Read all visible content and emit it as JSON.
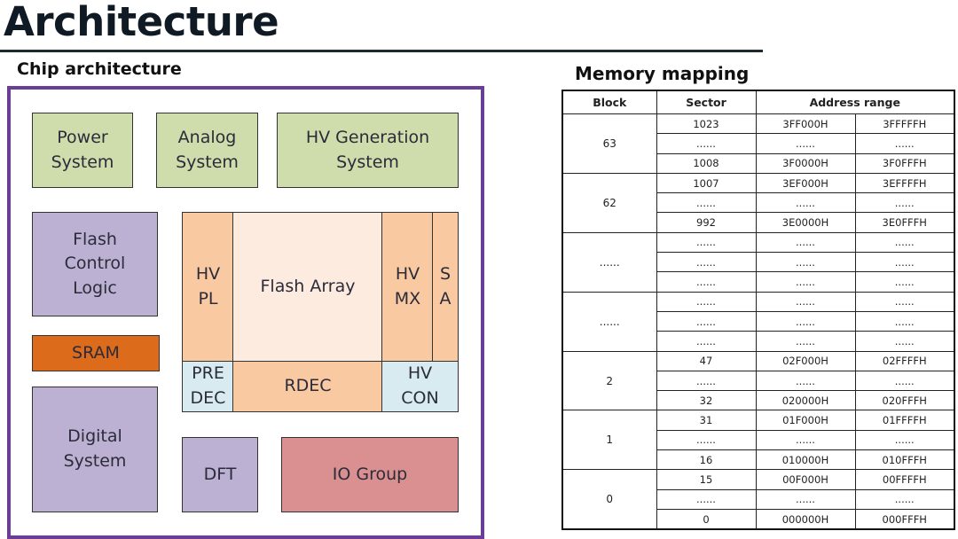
{
  "title": "Architecture",
  "chip": {
    "heading": "Chip architecture",
    "blocks": {
      "power": "Power\nSystem",
      "analog": "Analog\nSystem",
      "hvgen": "HV Generation\nSystem",
      "fcl": "Flash\nControl\nLogic",
      "sram": "SRAM",
      "digital": "Digital\nSystem",
      "hvpl": "HV\nPL",
      "array": "Flash Array",
      "hvmx": "HV\nMX",
      "sa": "S\nA",
      "predec": "PRE\nDEC",
      "rdec": "RDEC",
      "hvcon": "HV\nCON",
      "dft": "DFT",
      "io": "IO Group"
    },
    "colors": {
      "frame": "#6a3d96",
      "system": "#cfdcac",
      "logic": "#bcb1d2",
      "sram": "#dd6b1c",
      "periphery": "#f9c9a2",
      "array": "#fdebe0",
      "control": "#d7ebf0",
      "io": "#da9090"
    }
  },
  "memory": {
    "heading": "Memory mapping",
    "headers": [
      "Block",
      "Sector",
      "Address range"
    ],
    "groups": [
      {
        "block": "63",
        "rows": [
          [
            "1023",
            "3FF000H",
            "3FFFFFH"
          ],
          [
            "......",
            "......",
            "......"
          ],
          [
            "1008",
            "3F0000H",
            "3F0FFFH"
          ]
        ]
      },
      {
        "block": "62",
        "rows": [
          [
            "1007",
            "3EF000H",
            "3EFFFFH"
          ],
          [
            "......",
            "......",
            "......"
          ],
          [
            "992",
            "3E0000H",
            "3E0FFFH"
          ]
        ]
      },
      {
        "block": "......",
        "rows": [
          [
            "......",
            "......",
            "......"
          ],
          [
            "......",
            "......",
            "......"
          ],
          [
            "......",
            "......",
            "......"
          ]
        ]
      },
      {
        "block": "......",
        "rows": [
          [
            "......",
            "......",
            "......"
          ],
          [
            "......",
            "......",
            "......"
          ],
          [
            "......",
            "......",
            "......"
          ]
        ]
      },
      {
        "block": "2",
        "rows": [
          [
            "47",
            "02F000H",
            "02FFFFH"
          ],
          [
            "......",
            "......",
            "......"
          ],
          [
            "32",
            "020000H",
            "020FFFH"
          ]
        ]
      },
      {
        "block": "1",
        "rows": [
          [
            "31",
            "01F000H",
            "01FFFFH"
          ],
          [
            "......",
            "......",
            "......"
          ],
          [
            "16",
            "010000H",
            "010FFFH"
          ]
        ]
      },
      {
        "block": "0",
        "rows": [
          [
            "15",
            "00F000H",
            "00FFFFH"
          ],
          [
            "......",
            "......",
            "......"
          ],
          [
            "0",
            "000000H",
            "000FFFH"
          ]
        ]
      }
    ]
  }
}
